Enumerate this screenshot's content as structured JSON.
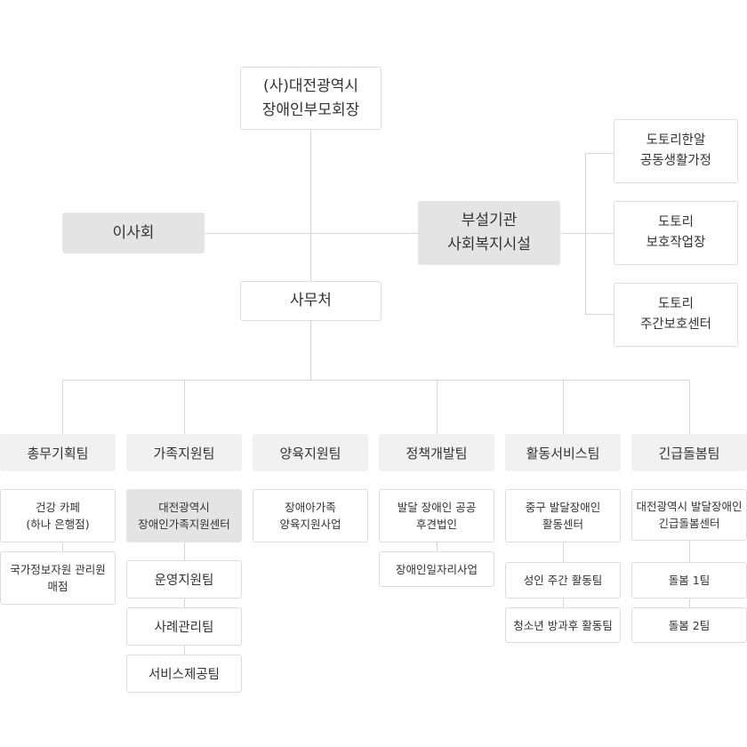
{
  "root": {
    "label": "(사)대전광역시\n장애인부모회장"
  },
  "board": {
    "label": "이사회"
  },
  "affiliated": {
    "label": "부설기관\n사회복지시설"
  },
  "facilities": [
    {
      "label": "도토리한알\n공동생활가정"
    },
    {
      "label": "도토리\n보호작업장"
    },
    {
      "label": "도토리\n주간보호센터"
    }
  ],
  "secretariat": {
    "label": "사무처"
  },
  "teams": [
    {
      "label": "총무기획팀",
      "units": [
        "건강 카페\n(하나 은행점)",
        "국가정보자원 관리원\n매점"
      ]
    },
    {
      "label": "가족지원팀",
      "units": [
        "대전광역시\n장애인가족지원센터",
        "운영지원팀",
        "사례관리팀",
        "서비스제공팀"
      ]
    },
    {
      "label": "양육지원팀",
      "units": [
        "장애아가족\n양육지원사업"
      ]
    },
    {
      "label": "정책개발팀",
      "units": [
        "발달 장애인 공공\n후견법인",
        "장애인일자리사업"
      ]
    },
    {
      "label": "활동서비스팀",
      "units": [
        "중구 발달장애인\n활동센터",
        "성인 주간 활동팀",
        "청소년 방과후 활동팀"
      ]
    },
    {
      "label": "긴급돌봄팀",
      "units": [
        "대전광역시 발달장애인\n긴급돌봄센터",
        "돌봄 1팀",
        "돌봄 2팀"
      ]
    }
  ]
}
